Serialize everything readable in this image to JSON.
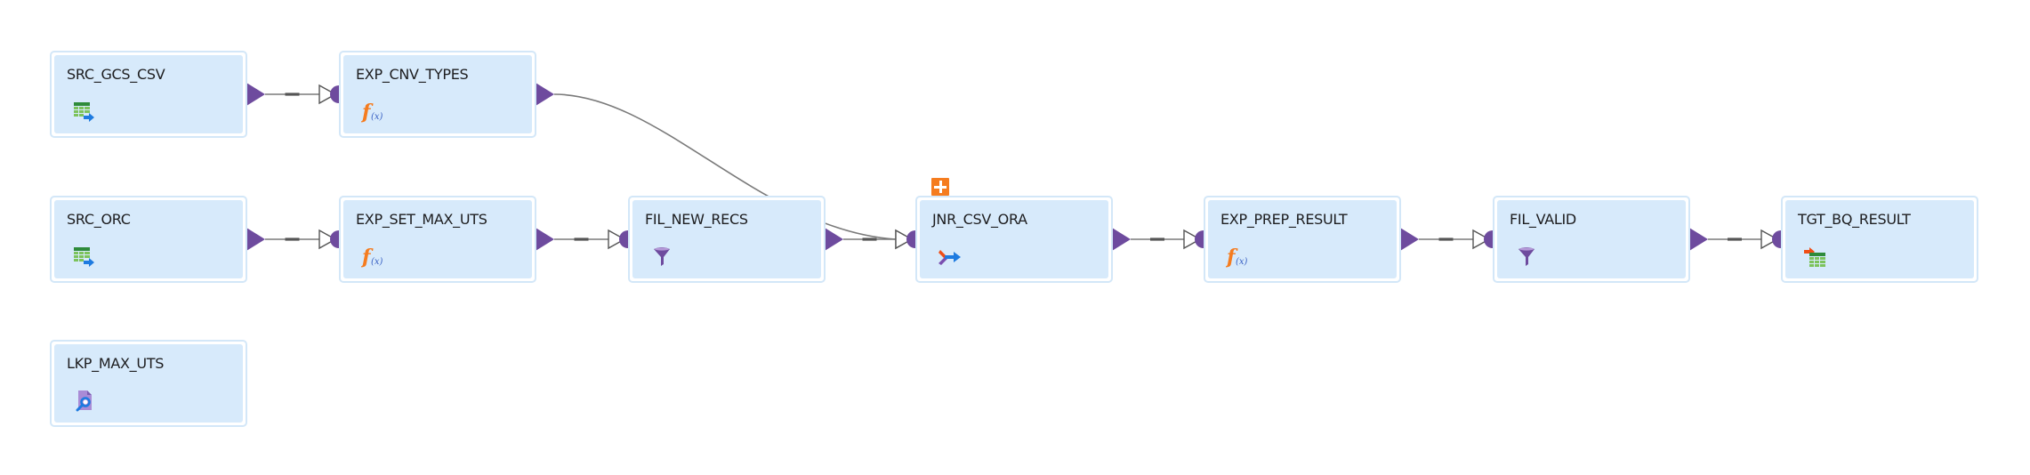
{
  "diagram": {
    "type": "data-mapping-flow",
    "colors": {
      "node_fill": "#d7eafb",
      "node_border": "#d3e7f8",
      "port": "#6e4b9e",
      "link": "#7a7a7a",
      "badge": "#f57c1f"
    },
    "nodes": [
      {
        "id": "SRC_GCS_CSV",
        "label": "SRC_GCS_CSV",
        "kind": "source",
        "icon": "source-table-icon",
        "row": 0,
        "col": 0,
        "has_input": false,
        "has_output": true
      },
      {
        "id": "EXP_CNV_TYPES",
        "label": "EXP_CNV_TYPES",
        "kind": "expression",
        "icon": "expression-fx-icon",
        "row": 0,
        "col": 1,
        "has_input": true,
        "has_output": true
      },
      {
        "id": "SRC_ORC",
        "label": "SRC_ORC",
        "kind": "source",
        "icon": "source-table-icon",
        "row": 1,
        "col": 0,
        "has_input": false,
        "has_output": true
      },
      {
        "id": "EXP_SET_MAX_UTS",
        "label": "EXP_SET_MAX_UTS",
        "kind": "expression",
        "icon": "expression-fx-icon",
        "row": 1,
        "col": 1,
        "has_input": true,
        "has_output": true
      },
      {
        "id": "FIL_NEW_RECS",
        "label": "FIL_NEW_RECS",
        "kind": "filter",
        "icon": "filter-funnel-icon",
        "row": 1,
        "col": 2,
        "has_input": true,
        "has_output": true
      },
      {
        "id": "JNR_CSV_ORA",
        "label": "JNR_CSV_ORA",
        "kind": "joiner",
        "icon": "joiner-icon",
        "row": 1,
        "col": 3,
        "has_input": true,
        "has_output": true,
        "badge": "expand-plus-icon"
      },
      {
        "id": "EXP_PREP_RESULT",
        "label": "EXP_PREP_RESULT",
        "kind": "expression",
        "icon": "expression-fx-icon",
        "row": 1,
        "col": 4,
        "has_input": true,
        "has_output": true
      },
      {
        "id": "FIL_VALID",
        "label": "FIL_VALID",
        "kind": "filter",
        "icon": "filter-funnel-icon",
        "row": 1,
        "col": 5,
        "has_input": true,
        "has_output": true
      },
      {
        "id": "TGT_BQ_RESULT",
        "label": "TGT_BQ_RESULT",
        "kind": "target",
        "icon": "target-table-icon",
        "row": 1,
        "col": 6,
        "has_input": true,
        "has_output": false
      },
      {
        "id": "LKP_MAX_UTS",
        "label": "LKP_MAX_UTS",
        "kind": "lookup",
        "icon": "lookup-icon",
        "row": 2,
        "col": 0,
        "has_input": false,
        "has_output": false
      }
    ],
    "links": [
      {
        "from": "SRC_GCS_CSV",
        "to": "EXP_CNV_TYPES"
      },
      {
        "from": "EXP_CNV_TYPES",
        "to": "JNR_CSV_ORA"
      },
      {
        "from": "SRC_ORC",
        "to": "EXP_SET_MAX_UTS"
      },
      {
        "from": "EXP_SET_MAX_UTS",
        "to": "FIL_NEW_RECS"
      },
      {
        "from": "FIL_NEW_RECS",
        "to": "JNR_CSV_ORA"
      },
      {
        "from": "JNR_CSV_ORA",
        "to": "EXP_PREP_RESULT"
      },
      {
        "from": "EXP_PREP_RESULT",
        "to": "FIL_VALID"
      },
      {
        "from": "FIL_VALID",
        "to": "TGT_BQ_RESULT"
      }
    ]
  }
}
